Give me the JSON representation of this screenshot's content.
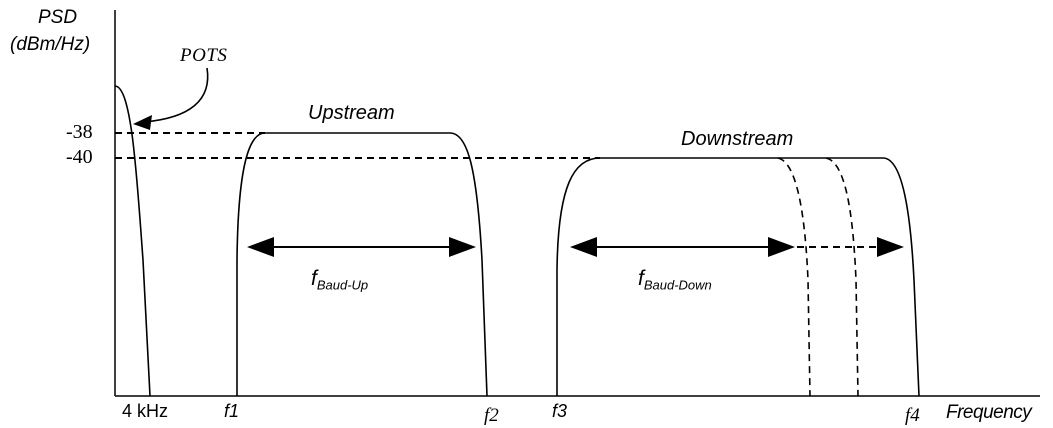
{
  "axes": {
    "y_label_line1": "PSD",
    "y_label_line2": "(dBm/Hz)",
    "x_label": "Frequency",
    "y_ticks": [
      "-38",
      "-40"
    ],
    "x_ticks": {
      "pots_edge": "4 kHz",
      "f1": "f1",
      "f2": "f2",
      "f3": "f3",
      "f4": "f4"
    }
  },
  "bands": {
    "pots_label": "POTS",
    "upstream_label": "Upstream",
    "downstream_label": "Downstream"
  },
  "baud": {
    "up_main": "f",
    "up_sub": "Baud-Up",
    "down_main": "f",
    "down_sub": "Baud-Down"
  },
  "colors": {
    "ink": "#000000",
    "background": "#ffffff"
  }
}
